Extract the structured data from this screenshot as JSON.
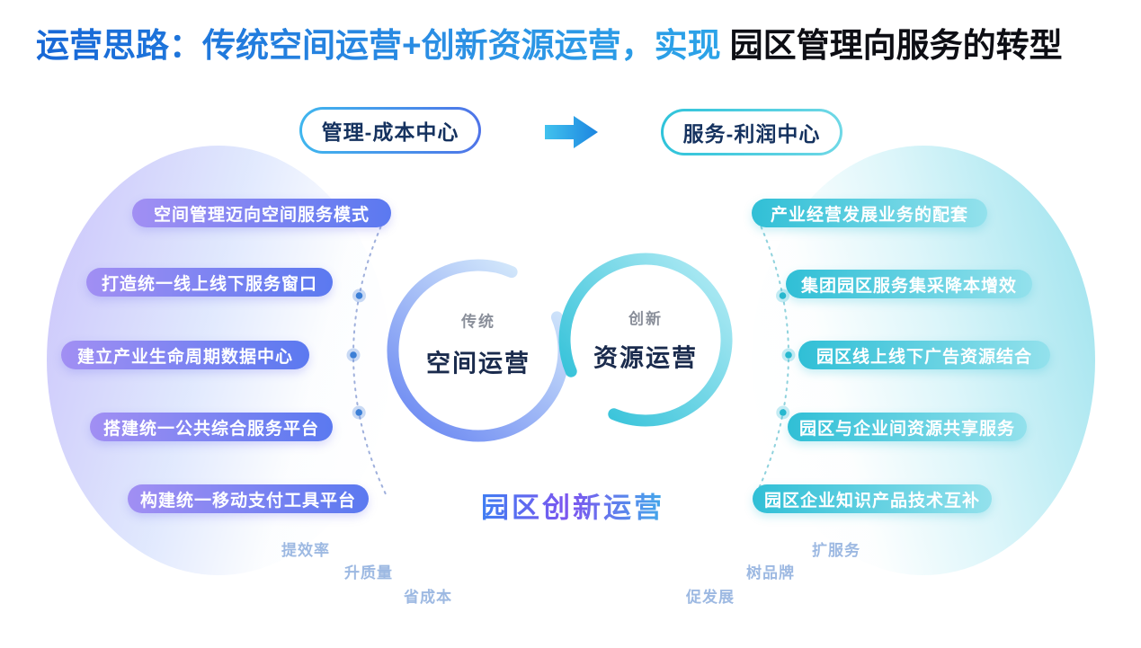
{
  "title": {
    "highlight": "运营思路：传统空间运营+创新资源运营，实现",
    "rest": "园区管理向服务的转型"
  },
  "transformation": {
    "from": "管理-成本中心",
    "to": "服务-利润中心",
    "arrow_icon": "right-arrow"
  },
  "center": {
    "left_circle": {
      "tag": "传统",
      "label": "空间运营"
    },
    "right_circle": {
      "tag": "创新",
      "label": "资源运营"
    },
    "caption": "园区创新运营"
  },
  "left_items": [
    "空间管理迈向空间服务模式",
    "打造统一线上线下服务窗口",
    "建立产业生命周期数据中心",
    "搭建统一公共综合服务平台",
    "构建统一移动支付工具平台"
  ],
  "right_items": [
    "产业经营发展业务的配套",
    "集团园区服务集采降本增效",
    "园区线上线下广告资源结合",
    "园区与企业间资源共享服务",
    "园区企业知识产品技术互补"
  ],
  "bottom_labels": [
    "提效率",
    "升质量",
    "省成本",
    "促发展",
    "树品牌",
    "扩服务"
  ],
  "colors": {
    "title_gradient_start": "#1767d6",
    "title_gradient_end": "#2ba3e8",
    "left_pill_gradient_start": "#a18ff3",
    "left_pill_gradient_end": "#5b79f0",
    "right_pill_gradient_start": "#30bfd6",
    "right_pill_gradient_end": "#93e1ec",
    "left_ring_gradient_start": "#d9edfb",
    "left_ring_gradient_end": "#6c89f2",
    "right_ring_gradient_start": "#34c2d9",
    "right_ring_gradient_end": "#ace9f3",
    "caption_gradient_start": "#3f7ef2",
    "caption_gradient_mid": "#7d55ef",
    "caption_gradient_end": "#41a9ea",
    "top_pill_text": "#15325f",
    "bottom_label_color": "#9db9e2",
    "arrow_color": "#2a9de8"
  }
}
